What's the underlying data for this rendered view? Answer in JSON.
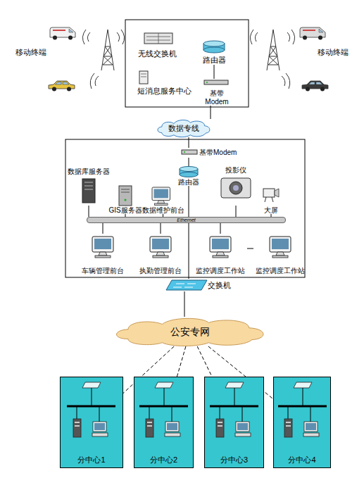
{
  "diagram": {
    "nodes": [
      {
        "text": [
          "移动终端"
        ]
      },
      {
        "text": [
          "无线交换机"
        ]
      },
      {
        "text": [
          "路由器"
        ]
      },
      {
        "text": [
          "移动终端"
        ]
      },
      {
        "text": [
          "短消息服务中心"
        ]
      },
      {
        "text": [
          "基带 Modem"
        ]
      },
      {
        "text": [
          "数据专线"
        ]
      },
      {
        "text": [
          "基带Modem"
        ]
      },
      {
        "text": [
          "路由器"
        ]
      },
      {
        "text": [
          "数据库服务器"
        ]
      },
      {
        "text": [
          "GIS服务器"
        ]
      },
      {
        "text": [
          "数据维护前台"
        ]
      },
      {
        "text": [
          "投影仪"
        ]
      },
      {
        "text": [
          "大屏"
        ]
      },
      {
        "text": [
          "Ethernet"
        ]
      },
      {
        "text": [
          "车辆管理前台"
        ]
      },
      {
        "text": [
          "执勤管理前台"
        ]
      },
      {
        "text": [
          "监控调度工作站"
        ]
      },
      {
        "text": [
          "监控调度工作站"
        ]
      },
      {
        "text": [
          "交换机"
        ]
      },
      {
        "text": [
          "公安专网"
        ]
      },
      {
        "text": [
          "分中心1"
        ]
      },
      {
        "text": [
          "分中心2"
        ]
      },
      {
        "text": [
          "分中心3"
        ]
      },
      {
        "text": [
          "分中心4"
        ]
      }
    ],
    "edges": [
      {
        "from": 2,
        "to": 5,
        "arrow": "none"
      },
      {
        "from": 5,
        "to": 6,
        "arrow": "none"
      },
      {
        "from": 6,
        "to": 7,
        "arrow": "none"
      },
      {
        "from": 7,
        "to": 8,
        "arrow": "none"
      },
      {
        "from": 8,
        "to": 19,
        "arrow": "none"
      },
      {
        "from": 9,
        "to": 14,
        "arrow": "none"
      },
      {
        "from": 10,
        "to": 14,
        "arrow": "none"
      },
      {
        "from": 11,
        "to": 14,
        "arrow": "none"
      },
      {
        "from": 12,
        "to": 14,
        "arrow": "none"
      },
      {
        "from": 13,
        "to": 14,
        "arrow": "none"
      },
      {
        "from": 15,
        "to": 14,
        "arrow": "none"
      },
      {
        "from": 16,
        "to": 14,
        "arrow": "none"
      },
      {
        "from": 17,
        "to": 14,
        "arrow": "none"
      },
      {
        "from": 17,
        "to": 18,
        "arrow": "none"
      },
      {
        "from": 19,
        "to": 20,
        "arrow": "none"
      },
      {
        "from": 20,
        "to": 21,
        "arrow": "none"
      },
      {
        "from": 20,
        "to": 22,
        "arrow": "none"
      },
      {
        "from": 20,
        "to": 23,
        "arrow": "none"
      },
      {
        "from": 20,
        "to": 24,
        "arrow": "none"
      }
    ]
  }
}
